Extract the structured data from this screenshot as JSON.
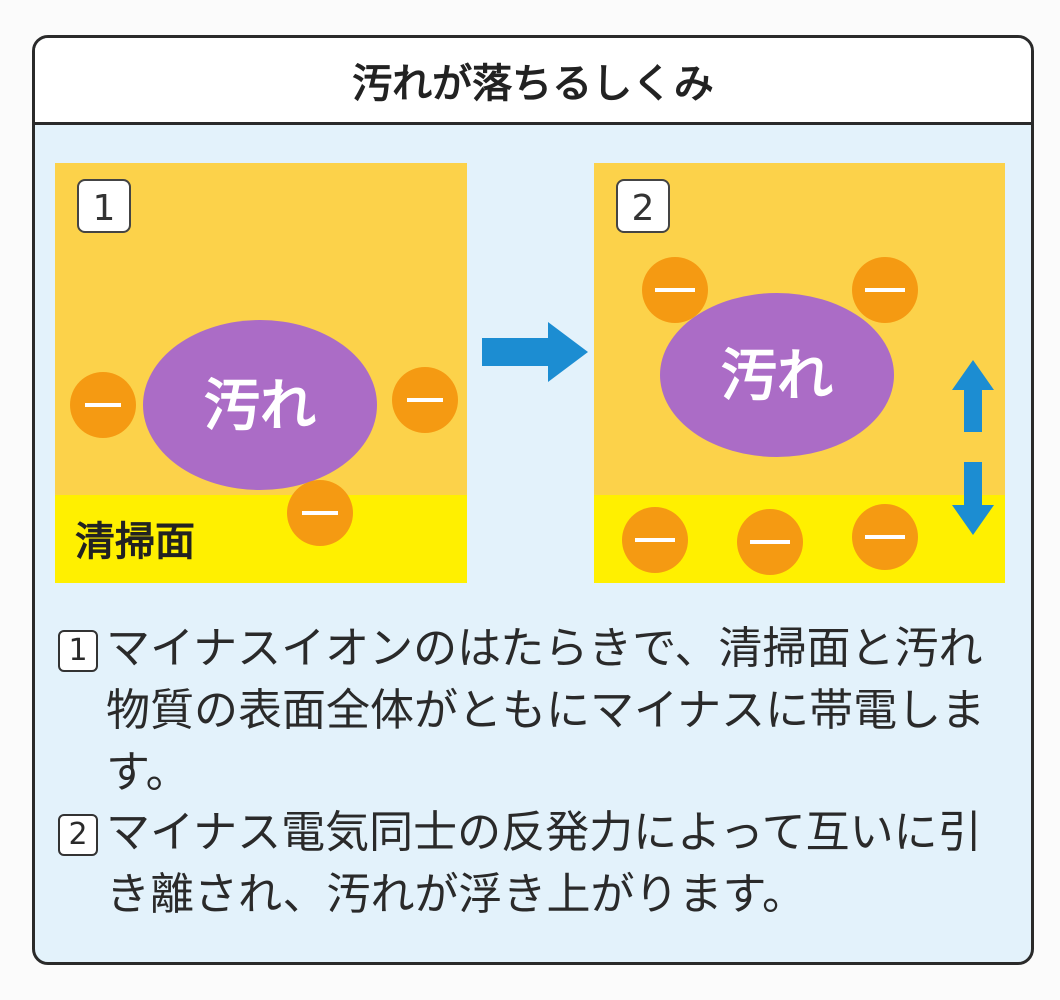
{
  "title": "汚れが落ちるしくみ",
  "panels": [
    {
      "number": "1",
      "dirt_label": "汚れ",
      "surface_label": "清掃面",
      "charge": "—"
    },
    {
      "number": "2",
      "dirt_label": "汚れ",
      "charge": "—"
    }
  ],
  "descriptions": [
    {
      "number": "1",
      "text": "マイナスイオンのはたらきで、清掃面と汚れ物質の表面全体がともにマイナスに帯電します。"
    },
    {
      "number": "2",
      "text": "マイナス電気同士の反発力によって互いに引き離され、汚れが浮き上がります。"
    }
  ],
  "colors": {
    "panel": "#fcd24a",
    "surface": "#fff000",
    "ion": "#f59a12",
    "dirt": "#ab6cc6",
    "arrow": "#1c8dd2"
  }
}
